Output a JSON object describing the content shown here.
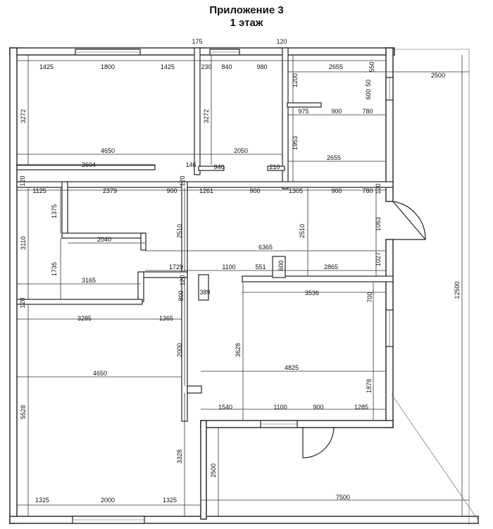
{
  "header": {
    "title": "Приложение 3",
    "subtitle": "1 этаж"
  },
  "dims": {
    "d175": "175",
    "d120a": "120",
    "d1425a": "1425",
    "d1800": "1800",
    "d1425b": "1425",
    "d230": "230",
    "d840": "840",
    "d980": "980",
    "d2655a": "2655",
    "d550": "550",
    "d2500a": "2500",
    "d1200": "1200",
    "d50": "50",
    "d600": "600",
    "d3272a": "3272",
    "d3272b": "3272",
    "d975": "975",
    "d900a": "900",
    "d780a": "780",
    "d1953": "1953",
    "d4650a": "4650",
    "d2050": "2050",
    "d2655b": "2655",
    "d3604": "3604",
    "d146": "146",
    "d940": "940",
    "d210": "210",
    "d120b": "120",
    "d1125": "1125",
    "d2379": "2379",
    "d900b": "900",
    "d120c": "120",
    "d1261": "1261",
    "d900c": "900",
    "d1305": "1305",
    "d900d": "900",
    "d780b": "780",
    "d120d": "120",
    "d1375": "1375",
    "d1063": "1063",
    "d3110": "3110",
    "d2040": "2040",
    "d2510a": "2510",
    "d2510b": "2510",
    "d6365": "6365",
    "d1027": "1027",
    "d1735": "1735",
    "d1729": "1729",
    "d1100a": "1100",
    "d551": "551",
    "d600b": "600",
    "d2865": "2865",
    "d3165": "3165",
    "d120e": "120",
    "d389": "389",
    "d3536": "3536",
    "d120f": "120",
    "d800": "800",
    "d700": "700",
    "d3285": "3285",
    "d1365": "1365",
    "d12500": "12500",
    "d2000a": "2000",
    "d3628": "3628",
    "d4650b": "4650",
    "d4825": "4825",
    "d1878": "1878",
    "d5528": "5528",
    "d1540": "1540",
    "d1100b": "1100",
    "d900e": "900",
    "d1285": "1285",
    "d3328": "3328",
    "d2500b": "2500",
    "d7500": "7500",
    "d1325a": "1325",
    "d2000b": "2000",
    "d1325b": "1325"
  }
}
